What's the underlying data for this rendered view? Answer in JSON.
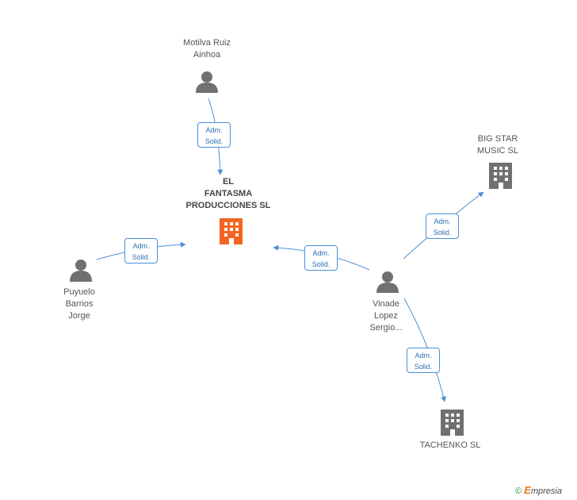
{
  "nodes": {
    "motilva": {
      "lines": [
        "Motilva Ruiz",
        "Ainhoa"
      ]
    },
    "fantasma": {
      "lines": [
        "EL",
        "FANTASMA",
        "PRODUCCIONES SL"
      ]
    },
    "bigstar": {
      "lines": [
        "BIG STAR",
        "MUSIC SL"
      ]
    },
    "puyuelo": {
      "lines": [
        "Puyuelo",
        "Barrios",
        "Jorge"
      ]
    },
    "vinade": {
      "lines": [
        "Vinade",
        "Lopez",
        "Sergio..."
      ]
    },
    "tachenko": {
      "lines": [
        "TACHENKO SL"
      ]
    }
  },
  "edges": {
    "e1": {
      "lines": [
        "Adm.",
        "Solid."
      ]
    },
    "e2": {
      "lines": [
        "Adm.",
        "Solid."
      ]
    },
    "e3": {
      "lines": [
        "Adm.",
        "Solid."
      ]
    },
    "e4": {
      "lines": [
        "Adm.",
        "Solid."
      ]
    },
    "e5": {
      "lines": [
        "Adm.",
        "Solid."
      ]
    }
  },
  "colors": {
    "edge": "#4a90d9",
    "person": "#707070",
    "company": "#707070",
    "highlight": "#f26522"
  },
  "footer": {
    "copyright": "©",
    "brand_initial": "E",
    "brand_rest": "mpresia"
  }
}
